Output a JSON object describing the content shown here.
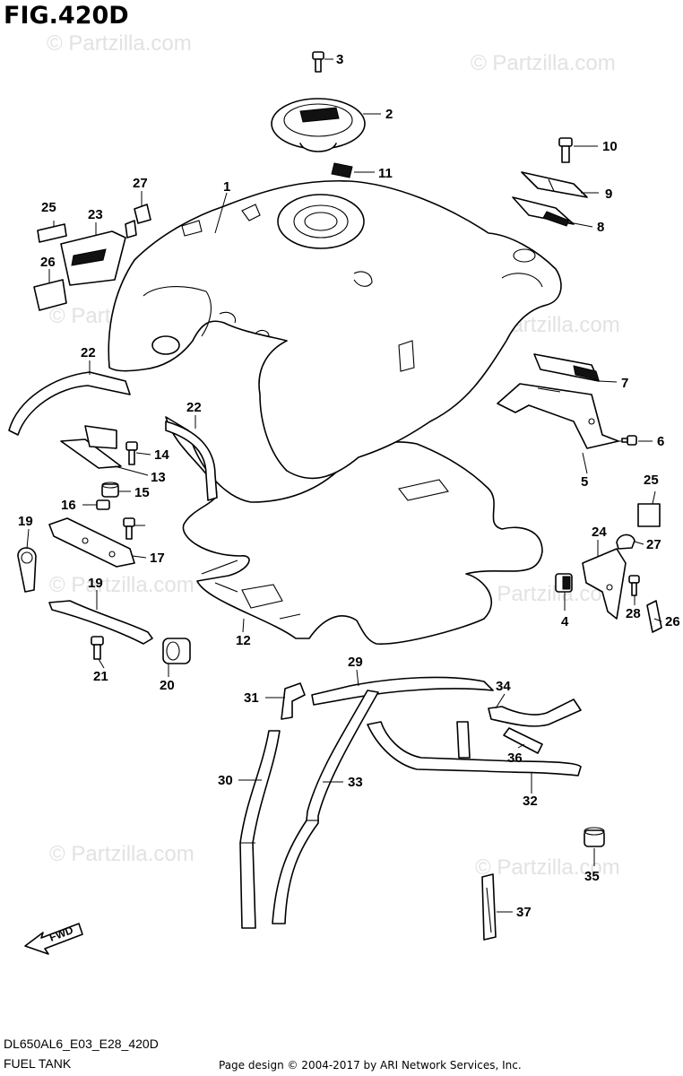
{
  "figure_title": "FIG.420D",
  "diagram_code": "DL650AL6_E03_E28_420D",
  "section_name": "FUEL TANK",
  "copyright": "Page design © 2004-2017 by ARI Network Services, Inc.",
  "watermark": "© Partzilla.com",
  "fwd_label": "FWD",
  "callouts": [
    "1",
    "2",
    "3",
    "4",
    "5",
    "6",
    "7",
    "8",
    "9",
    "10",
    "11",
    "12",
    "13",
    "14",
    "15",
    "16",
    "17",
    "19",
    "19",
    "20",
    "21",
    "22",
    "22",
    "23",
    "24",
    "25",
    "25",
    "26",
    "26",
    "27",
    "27",
    "28",
    "29",
    "30",
    "31",
    "32",
    "33",
    "34",
    "35",
    "36",
    "37"
  ]
}
